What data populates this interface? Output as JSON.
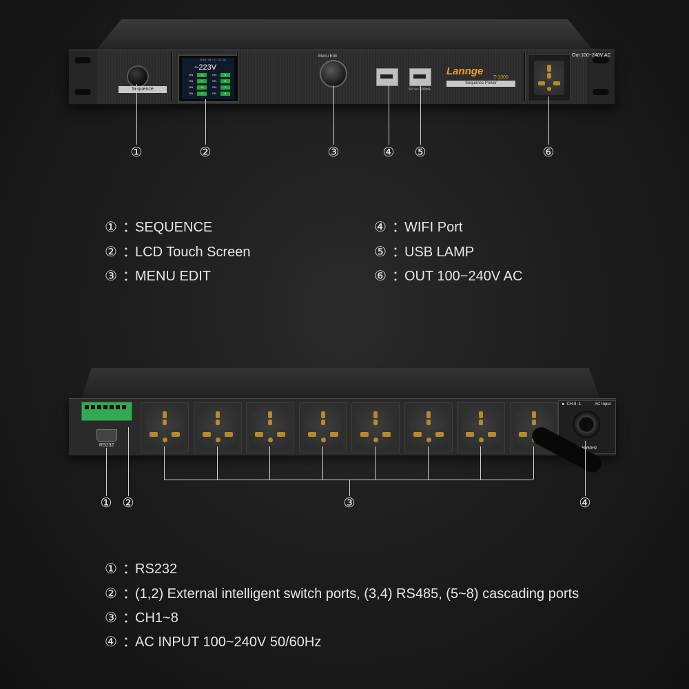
{
  "front": {
    "sequence_label": "Sequence",
    "lcd_date": "2018 / 06 / 17   12 : 33",
    "lcd_voltage": "~223V",
    "lcd_on": "ON",
    "lcd_numbers": [
      "1",
      "2",
      "3",
      "4",
      "5",
      "6",
      "7",
      "8"
    ],
    "knob_label": "Menu Edit",
    "usb_label": "5V ══ 500mA",
    "brand_name": "Lannge",
    "brand_model": "T-1300",
    "brand_sub": "Sequence Power",
    "out_label": "Out 100~240V AC",
    "callouts": [
      "①",
      "②",
      "③",
      "④",
      "⑤",
      "⑥"
    ]
  },
  "front_legend": [
    {
      "num": "①",
      "text": "SEQUENCE"
    },
    {
      "num": "②",
      "text": "LCD Touch Screen"
    },
    {
      "num": "③",
      "text": "MENU EDIT"
    },
    {
      "num": "④",
      "text": "WIFI Port"
    },
    {
      "num": "⑤",
      "text": "USB LAMP"
    },
    {
      "num": "⑥",
      "text": "OUT 100−240V AC"
    }
  ],
  "rear": {
    "rs232_label": "RS232",
    "ch_label": "► CH.8 -1",
    "ac_input_label": "AC Input",
    "ac_voltage_label": "100~240V 50/60Hz",
    "callouts": [
      "①",
      "②",
      "③",
      "④"
    ]
  },
  "rear_legend": [
    {
      "num": "①",
      "text": "RS232"
    },
    {
      "num": "②",
      "text": "(1,2) External intelligent switch ports, (3,4) RS485, (5~8) cascading ports"
    },
    {
      "num": "③",
      "text": "CH1~8"
    },
    {
      "num": "④",
      "text": "AC INPUT 100~240V 50/60Hz"
    }
  ],
  "colon": "："
}
